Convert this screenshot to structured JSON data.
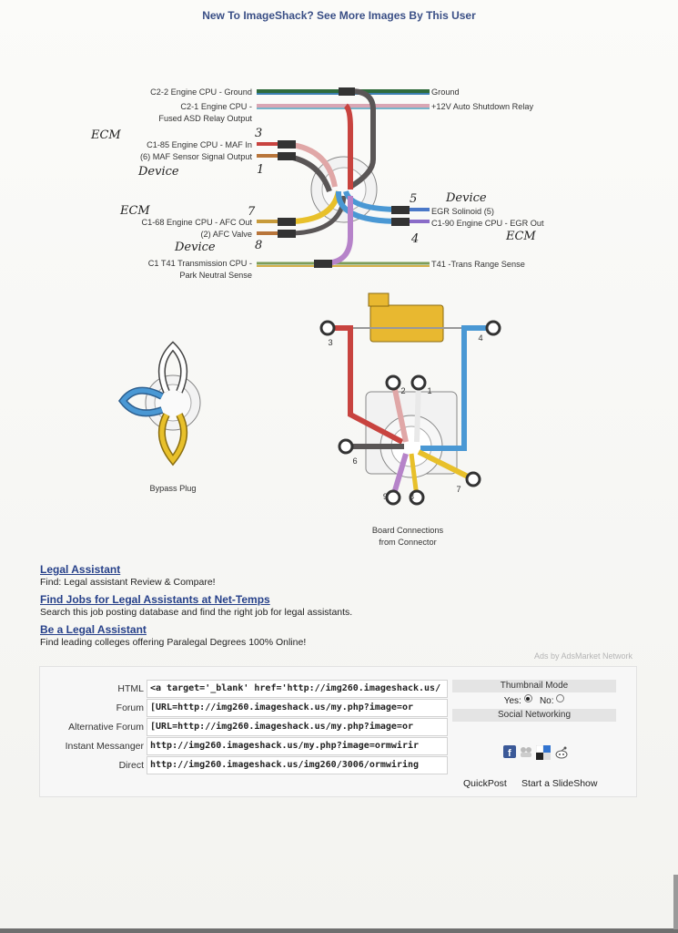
{
  "header": {
    "link_text": "New To ImageShack? See More Images By This User"
  },
  "diagram": {
    "top_left_labels": [
      "C2-2 Engine CPU - Ground",
      "C2-1 Engine CPU -",
      "Fused ASD Relay Output",
      "C1-85 Engine CPU - MAF In",
      "(6) MAF Sensor Signal Output",
      "C1-68 Engine CPU - AFC Out",
      "(2) AFC Valve",
      "C1 T41 Transmission CPU -",
      "Park Neutral Sense"
    ],
    "top_right_labels": [
      "Ground",
      "+12V Auto Shutdown Relay",
      "EGR Solinoid (5)",
      "C1-90 Engine CPU - EGR Out",
      "T41 -Trans Range Sense"
    ],
    "handwritten": {
      "ecm_1": "ECM",
      "device_1": "Device",
      "ecm_2": "ECM",
      "device_2": "Device",
      "device_3": "Device",
      "ecm_3": "ECM",
      "n3": "3",
      "n1": "1",
      "n7": "7",
      "n8": "8",
      "n5": "5",
      "n4": "4"
    },
    "pin_numbers": {
      "p3": "3",
      "p4": "4",
      "p2": "2",
      "p1": "1",
      "p6": "6",
      "p7": "7",
      "p9": "9",
      "p8": "8"
    },
    "bypass_caption": "Bypass Plug",
    "board_caption_1": "Board Connections",
    "board_caption_2": "from Connector",
    "colors": {
      "red": "#c8433f",
      "blue": "#4a98d4",
      "yellow": "#e8c02a",
      "purple": "#b683c9",
      "gray": "#5a5656",
      "pink": "#e0a7a7"
    }
  },
  "ads": [
    {
      "title": "Legal Assistant",
      "desc": "Find: Legal assistant Review & Compare!"
    },
    {
      "title": "Find Jobs for Legal Assistants at Net-Temps",
      "desc": "Search this job posting database and find the right job for legal assistants."
    },
    {
      "title": "Be a Legal Assistant",
      "desc": "Find leading colleges offering Paralegal Degrees 100% Online!"
    }
  ],
  "ads_by": "Ads by AdsMarket Network",
  "share": {
    "rows": [
      {
        "label": "HTML",
        "value": "<a target='_blank' href='http://img260.imageshack.us/"
      },
      {
        "label": "Forum",
        "value": "[URL=http://img260.imageshack.us/my.php?image=or"
      },
      {
        "label": "Alternative Forum",
        "value": "[URL=http://img260.imageshack.us/my.php?image=or"
      },
      {
        "label": "Instant Messanger",
        "value": "http://img260.imageshack.us/my.php?image=ormwirir"
      },
      {
        "label": "Direct",
        "value": "http://img260.imageshack.us/img260/3006/ormwiring"
      }
    ],
    "thumbnail_mode": "Thumbnail Mode",
    "yes": "Yes:",
    "no": "No:",
    "social_networking": "Social Networking",
    "quickpost": "QuickPost",
    "slideshow": "Start a SlideShow",
    "icons": [
      "facebook-icon",
      "myspace-icon",
      "delicious-icon",
      "reddit-icon"
    ]
  }
}
